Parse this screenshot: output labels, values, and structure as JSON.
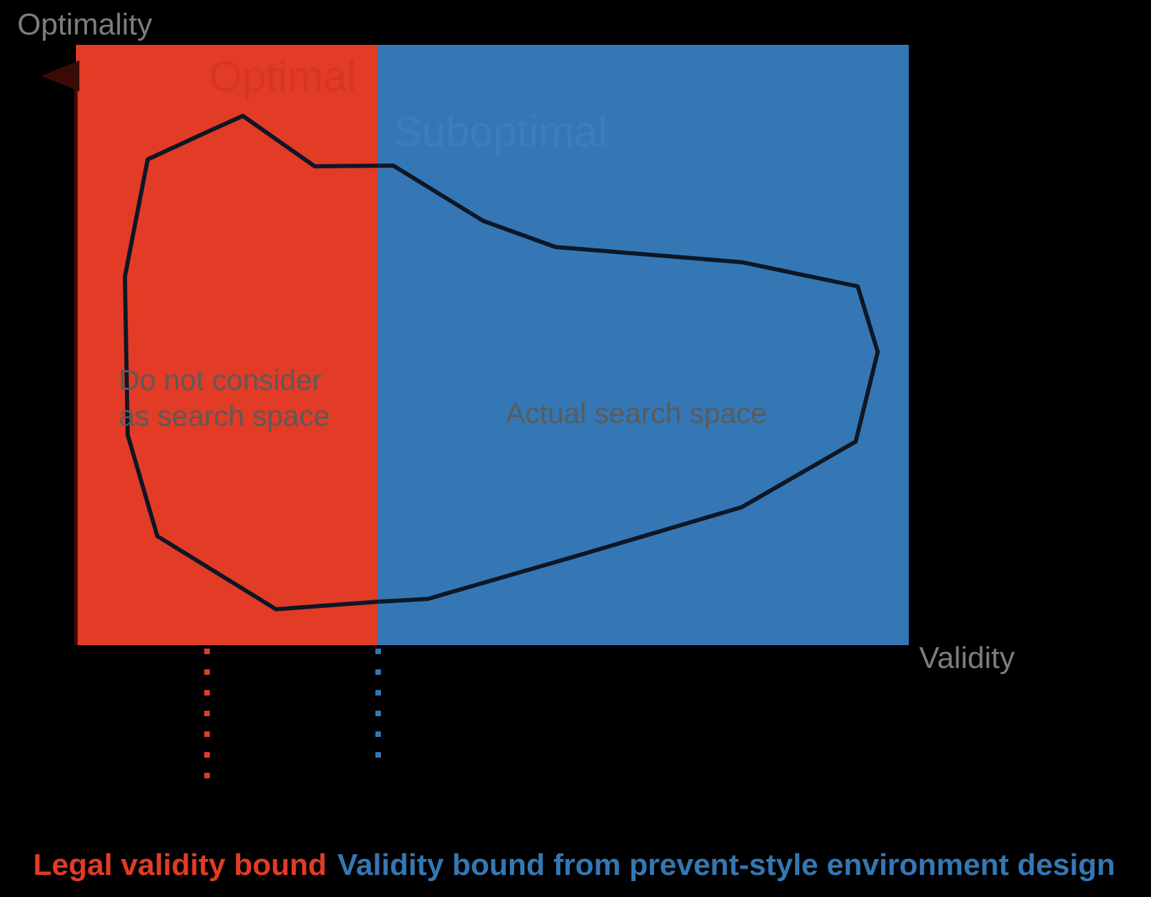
{
  "chart_data": {
    "type": "scatter",
    "title": "",
    "xlabel": "Validity",
    "ylabel": "Optimality",
    "grid": false,
    "legend_position": "bottom",
    "regions": [
      {
        "name": "invalid-region",
        "label": "Do not consider\nas search space",
        "ghost_label": "Optimal",
        "color": "#e23b26",
        "x_range": [
          0.0,
          0.364
        ]
      },
      {
        "name": "valid-region",
        "label": "Actual search space",
        "ghost_label": "Suboptimal",
        "color": "#3477b4",
        "x_range": [
          0.364,
          1.0
        ]
      }
    ],
    "boundaries": [
      {
        "name": "legal-validity-bound",
        "x": 0.158,
        "color": "#e23b26",
        "style": "dotted"
      },
      {
        "name": "prevent-style-validity-bound",
        "x": 0.364,
        "color": "#3477b4",
        "style": "dotted"
      }
    ],
    "search_space_polygon": {
      "name": "search-space-outline",
      "stroke": "#0d1726",
      "fill": "none",
      "points": [
        [
          181,
          401
        ],
        [
          214,
          231
        ],
        [
          305,
          189
        ],
        [
          352,
          168
        ],
        [
          456,
          241
        ],
        [
          570,
          240
        ],
        [
          700,
          320
        ],
        [
          805,
          358
        ],
        [
          1075,
          380
        ],
        [
          1243,
          415
        ],
        [
          1272,
          510
        ],
        [
          1240,
          640
        ],
        [
          1075,
          735
        ],
        [
          838,
          805
        ],
        [
          620,
          868
        ],
        [
          548,
          872
        ],
        [
          400,
          883
        ],
        [
          228,
          777
        ],
        [
          185,
          630
        ],
        [
          181,
          401
        ]
      ]
    }
  },
  "axes": {
    "y_label": "Optimality",
    "x_label": "Validity",
    "axis_color": "#3a0b05",
    "label_color": "#7d7d7d"
  },
  "annotations": {
    "ghost_optimal": "Optimal",
    "ghost_suboptimal": "Suboptimal",
    "invalid_line1": "Do not consider",
    "invalid_line2": "as search space",
    "valid_label": "Actual search space"
  },
  "legend": {
    "items": [
      {
        "label": "Legal validity bound",
        "color": "#e23b26"
      },
      {
        "label": "Validity bound from prevent-style environment design",
        "color": "#3477b4"
      }
    ]
  },
  "colors": {
    "background": "#000000",
    "red_region": "#e23b26",
    "blue_region": "#3477b4",
    "outline": "#0d1726",
    "gray_text": "#7d7d7d",
    "region_text": "#5b5b5b"
  }
}
